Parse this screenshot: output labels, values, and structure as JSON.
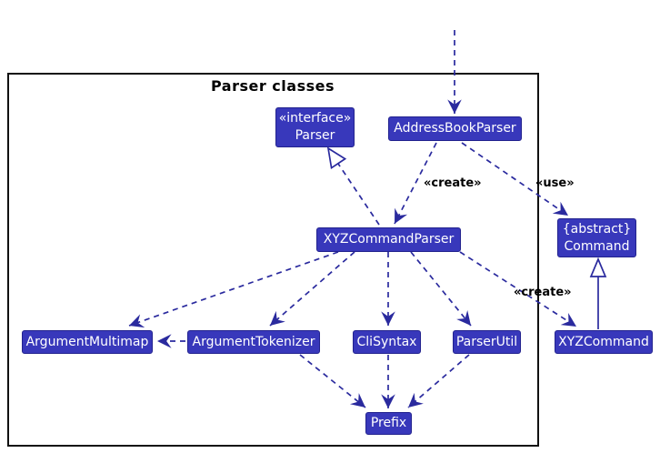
{
  "diagram": {
    "title": "Parser classes",
    "colors": {
      "node_fill": "#3838bb",
      "node_border": "#22228e",
      "node_text": "#ffffff",
      "edge": "#2a2a9e",
      "frame_border": "#111111",
      "label_text": "#000000",
      "background": "#ffffff"
    },
    "nodes": {
      "parser_interface": {
        "stereotype": "«interface»",
        "name": "Parser"
      },
      "address_book_parser": {
        "name": "AddressBookParser"
      },
      "xyz_command_parser": {
        "name": "XYZCommandParser"
      },
      "argument_multimap": {
        "name": "ArgumentMultimap"
      },
      "argument_tokenizer": {
        "name": "ArgumentTokenizer"
      },
      "cli_syntax": {
        "name": "CliSyntax"
      },
      "parser_util": {
        "name": "ParserUtil"
      },
      "xyz_command": {
        "name": "XYZCommand"
      },
      "command_abstract": {
        "stereotype": "{abstract}",
        "name": "Command"
      },
      "prefix": {
        "name": "Prefix"
      }
    },
    "edge_labels": {
      "create_left": "«create»",
      "use": "«use»",
      "create_right": "«create»"
    },
    "relationships": {
      "entry_arrow": "external → AddressBookParser (dashed)",
      "abp_creates_xyzcp": "AddressBookParser ..> XYZCommandParser : «create»",
      "abp_uses_command": "AddressBookParser ..> Command : «use»",
      "xyzcp_implements_parser": "XYZCommandParser ..|> Parser",
      "xyzcp_to_argument_multimap": "XYZCommandParser ..> ArgumentMultimap",
      "xyzcp_to_argument_tokenizer": "XYZCommandParser ..> ArgumentTokenizer",
      "xyzcp_to_cli_syntax": "XYZCommandParser ..> CliSyntax",
      "xyzcp_to_parser_util": "XYZCommandParser ..> ParserUtil",
      "xyzcp_creates_xyzcommand": "XYZCommandParser ..> XYZCommand : «create»",
      "argtok_to_argmultimap": "ArgumentTokenizer ..> ArgumentMultimap",
      "argtok_to_prefix": "ArgumentTokenizer ..> Prefix",
      "clisyntax_to_prefix": "CliSyntax ..> Prefix",
      "parserutil_to_prefix": "ParserUtil ..> Prefix",
      "xyzcommand_extends_command": "XYZCommand --|> Command"
    }
  }
}
